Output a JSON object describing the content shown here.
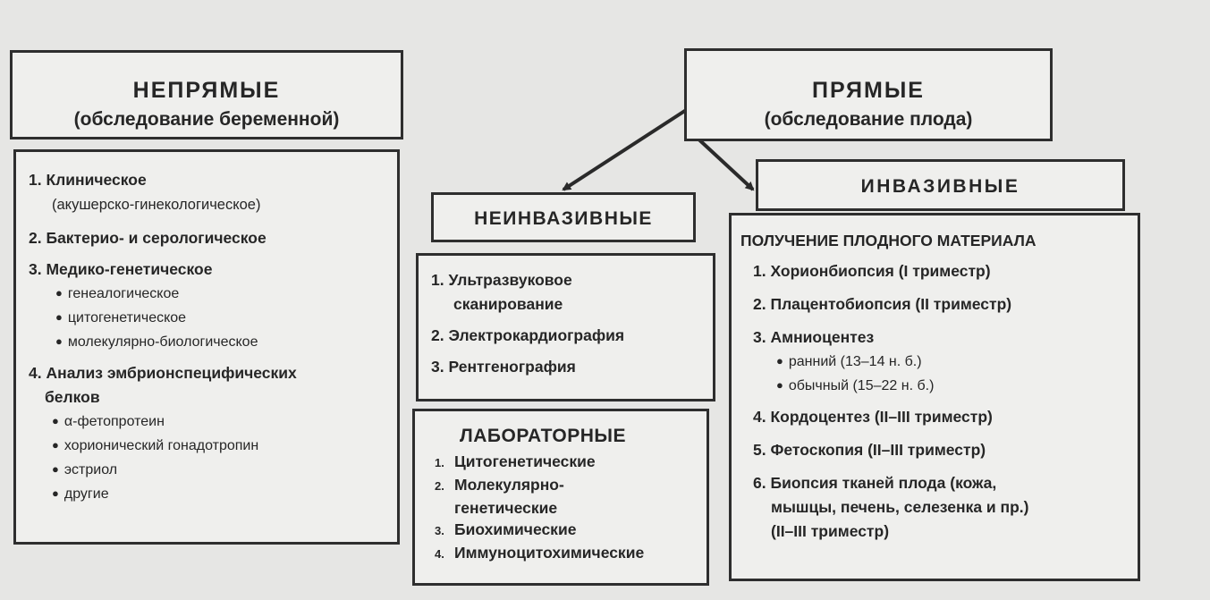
{
  "indirect": {
    "title": "НЕПРЯМЫЕ",
    "subtitle": "(обследование беременной)",
    "items": [
      {
        "num": "1.",
        "text": "Клиническое",
        "cont": "(акушерско-гинекологическое)",
        "subitems": []
      },
      {
        "num": "2.",
        "text": "Бактерио- и серологическое",
        "cont": "",
        "subitems": []
      },
      {
        "num": "3.",
        "text": "Медико-генетическое",
        "cont": "",
        "subitems": [
          "генеалогическое",
          "цитогенетическое",
          "молекулярно-биологическое"
        ]
      },
      {
        "num": "4.",
        "text": "Анализ эмбрионспецифических",
        "cont": "белков",
        "subitems": [
          "α-фетопротеин",
          "хорионический гонадотропин",
          "эстриол",
          "другие"
        ]
      }
    ]
  },
  "direct": {
    "title": "ПРЯМЫЕ",
    "subtitle": "(обследование плода)"
  },
  "noninvasive": {
    "title": "НЕИНВАЗИВНЫЕ",
    "items": [
      {
        "num": "1.",
        "text": "Ультразвуковое",
        "cont": "сканирование"
      },
      {
        "num": "2.",
        "text": "Электрокардиография",
        "cont": ""
      },
      {
        "num": "3.",
        "text": "Рентгенография",
        "cont": ""
      }
    ]
  },
  "laboratory": {
    "title": "ЛАБОРАТОРНЫЕ",
    "items": [
      {
        "num": "1.",
        "text": "Цитогенетические",
        "cont": ""
      },
      {
        "num": "2.",
        "text": "Молекулярно-",
        "cont": "генетические"
      },
      {
        "num": "3.",
        "text": "Биохимические",
        "cont": ""
      },
      {
        "num": "4.",
        "text": "Иммуноцитохимические",
        "cont": ""
      }
    ]
  },
  "invasive": {
    "title": "ИНВАЗИВНЫЕ",
    "heading": "ПОЛУЧЕНИЕ ПЛОДНОГО МАТЕРИАЛА",
    "items": [
      {
        "num": "1.",
        "text": "Хорионбиопсия (I триместр)",
        "cont": [],
        "subitems": []
      },
      {
        "num": "2.",
        "text": "Плацентобиопсия (II триместр)",
        "cont": [],
        "subitems": []
      },
      {
        "num": "3.",
        "text": "Амниоцентез",
        "cont": [],
        "subitems": [
          "ранний (13–14 н. б.)",
          "обычный (15–22 н. б.)"
        ]
      },
      {
        "num": "4.",
        "text": "Кордоцентез (II–III триместр)",
        "cont": [],
        "subitems": []
      },
      {
        "num": "5.",
        "text": "Фетоскопия (II–III триместр)",
        "cont": [],
        "subitems": []
      },
      {
        "num": "6.",
        "text": "Биопсия тканей плода (кожа,",
        "cont": [
          "мышцы, печень, селезенка и пр.)",
          "(II–III триместр)"
        ],
        "subitems": []
      }
    ]
  }
}
